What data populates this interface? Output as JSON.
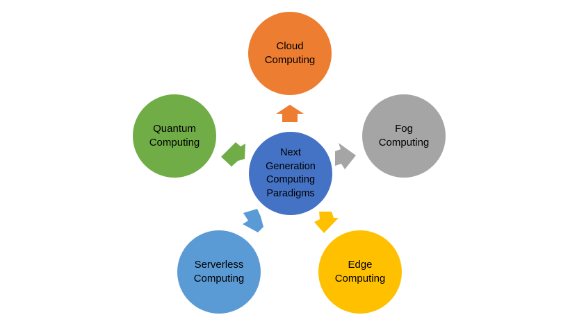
{
  "diagram": {
    "center": {
      "label": "Next\nGeneration\nComputing\nParadigms",
      "color": "#4472C4",
      "text_color": "#000000"
    },
    "nodes": [
      {
        "id": "cloud",
        "label": "Cloud\nComputing",
        "color": "#ED7D31",
        "text_color": "#000000"
      },
      {
        "id": "fog",
        "label": "Fog\nComputing",
        "color": "#A5A5A5",
        "text_color": "#000000"
      },
      {
        "id": "edge",
        "label": "Edge\nComputing",
        "color": "#FFC000",
        "text_color": "#000000"
      },
      {
        "id": "serverless",
        "label": "Serverless\nComputing",
        "color": "#5B9BD5",
        "text_color": "#000000"
      },
      {
        "id": "quantum",
        "label": "Quantum\nComputing",
        "color": "#70AD47",
        "text_color": "#000000"
      }
    ],
    "arrow_icons": [
      "arrow-up-icon",
      "arrow-right-icon",
      "arrow-down-right-icon",
      "arrow-down-left-icon",
      "arrow-left-icon"
    ]
  }
}
